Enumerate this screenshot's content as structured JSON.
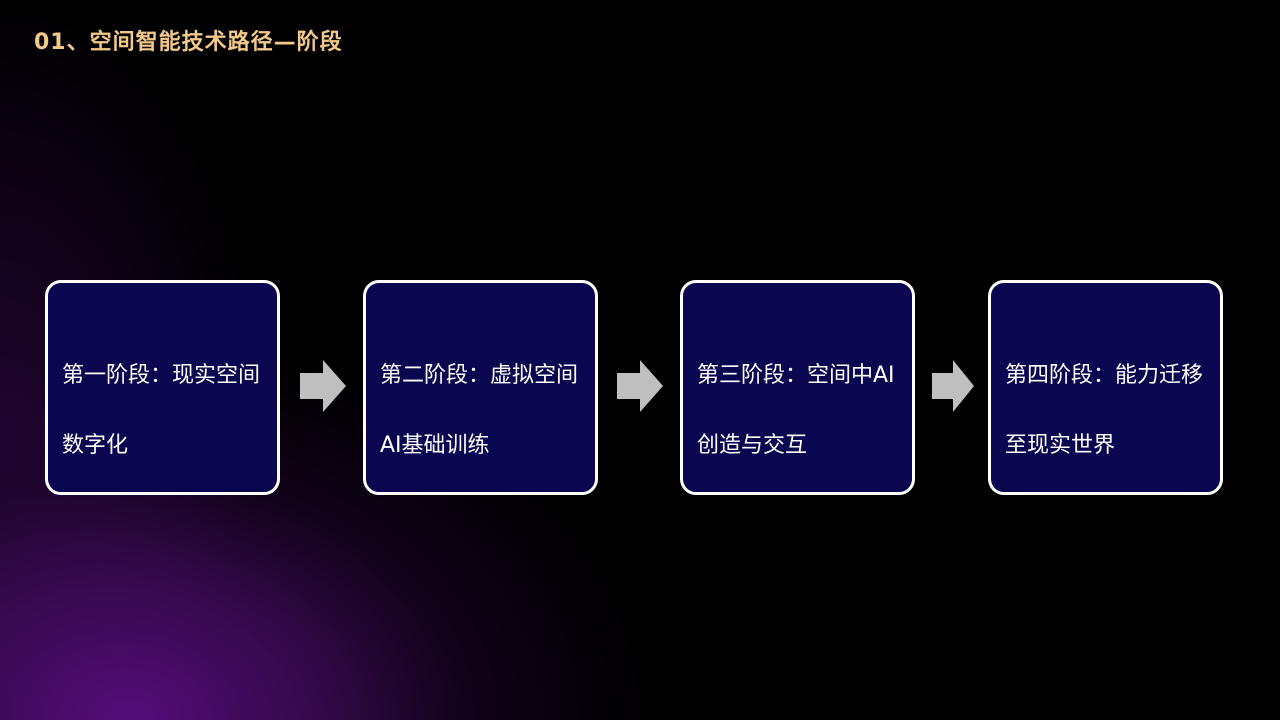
{
  "title": "01、空间智能技术路径—阶段",
  "colors": {
    "title": "#f3c98a",
    "stage_fill": "#0b0650",
    "stage_border": "#ffffff",
    "arrow": "#bfbfbf",
    "background": "#000000",
    "glow": "#580e80"
  },
  "stages": [
    {
      "label": "第一阶段：现实空间数字化"
    },
    {
      "label": "第二阶段：虚拟空间AI基础训练"
    },
    {
      "label": "第三阶段：空间中AI创造与交互"
    },
    {
      "label": "第四阶段：能力迁移至现实世界"
    }
  ],
  "connectors": [
    {
      "icon": "arrow-right-icon"
    },
    {
      "icon": "arrow-right-icon"
    },
    {
      "icon": "arrow-right-icon"
    }
  ]
}
